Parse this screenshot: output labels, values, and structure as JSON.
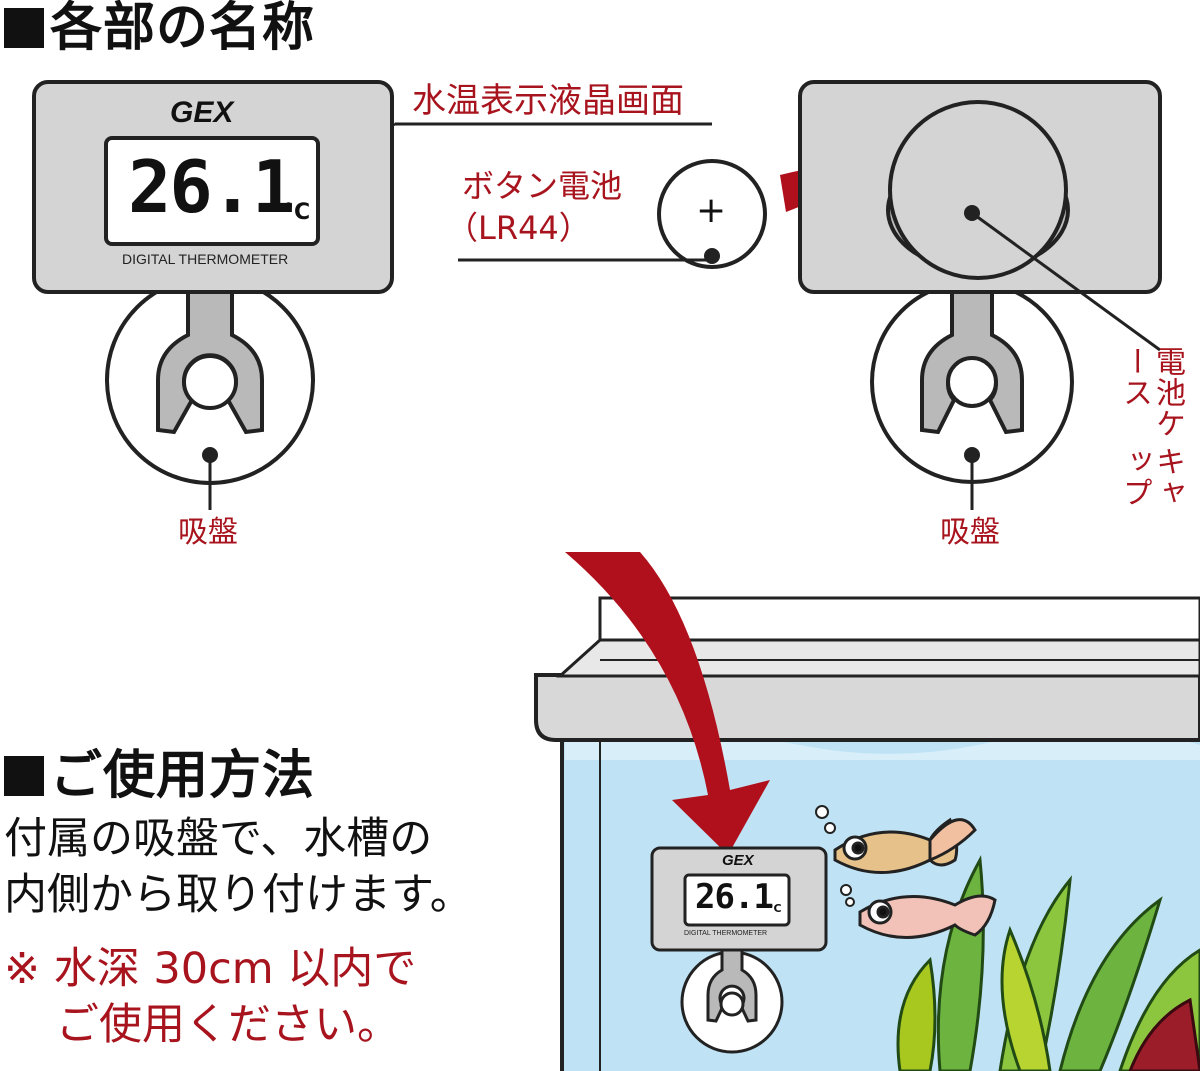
{
  "parts_section": {
    "heading": "各部の名称",
    "front_device": {
      "brand": "GEX",
      "display_value": "26.1",
      "display_unit": "°C",
      "model_text": "DIGITAL THERMOMETER"
    },
    "labels": {
      "display": "水温表示液晶画面",
      "battery_line1": "ボタン電池",
      "battery_line2": "（LR44）",
      "battery_symbol": "+",
      "suction_cup_left": "吸盤",
      "suction_cup_right": "吸盤",
      "battery_cap_col1": "電池ケース",
      "battery_cap_col2": "キャップ"
    }
  },
  "usage_section": {
    "heading": "ご使用方法",
    "instruction_line1": "付属の吸盤で、水槽の",
    "instruction_line2": "内側から取り付けます。",
    "note_line1": "※ 水深 30cm 以内で",
    "note_line2": "ご使用ください。",
    "aquarium_device": {
      "brand": "GEX",
      "display_value": "26.1",
      "display_unit": "°C",
      "model_text": "DIGITAL THERMOMETER"
    }
  },
  "colors": {
    "accent_red": "#a8141e",
    "device_gray": "#d4d4d4",
    "water_blue": "#bfe3f5",
    "text_black": "#111111"
  }
}
